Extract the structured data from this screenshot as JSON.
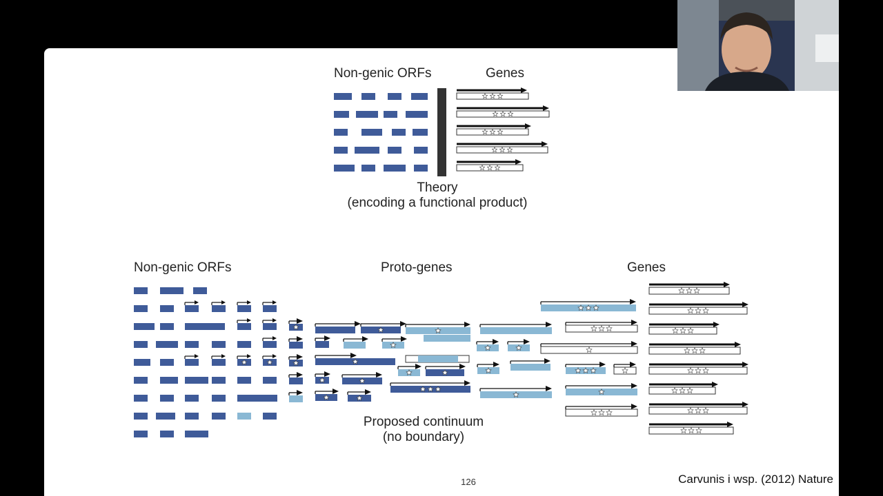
{
  "slide": {
    "theory": {
      "left_heading": "Non-genic ORFs",
      "right_heading": "Genes",
      "caption_line1": "Theory",
      "caption_line2": "(encoding a functional product)"
    },
    "continuum": {
      "heading_left": "Non-genic ORFs",
      "heading_middle": "Proto-genes",
      "heading_right": "Genes",
      "caption_line1": "Proposed continuum",
      "caption_line2": "(no boundary)"
    },
    "page_number": "126",
    "citation": "Carvunis i wsp. (2012) Nature"
  },
  "colors": {
    "dark_blue": "#3f5b99",
    "light_blue": "#8ab8d4",
    "gene_fill": "#ffffff",
    "outline": "#333333",
    "arrow": "#111111",
    "boundary": "#333333"
  },
  "icons": {
    "marker": "star-icon",
    "transcription": "arrow-icon"
  },
  "webcam": {
    "icon": "presenter-video"
  }
}
